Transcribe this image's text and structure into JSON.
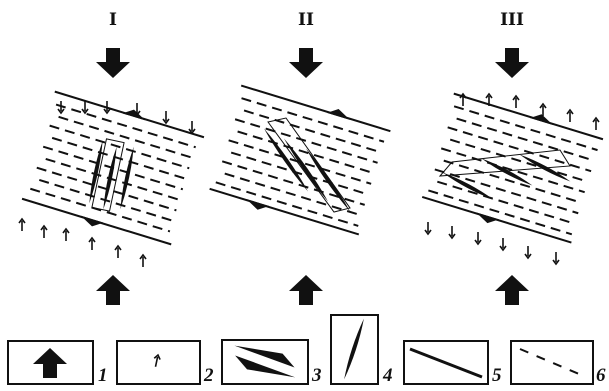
{
  "panels": [
    {
      "label": "I"
    },
    {
      "label": "II"
    },
    {
      "label": "III"
    }
  ],
  "legend": [
    {
      "number": "1",
      "icon": "big-arrow-icon"
    },
    {
      "number": "2",
      "icon": "small-arrow-icon"
    },
    {
      "number": "3",
      "icon": "shear-arrows-icon"
    },
    {
      "number": "4",
      "icon": "lens-icon"
    },
    {
      "number": "5",
      "icon": "solid-line-icon"
    },
    {
      "number": "6",
      "icon": "dashed-line-icon"
    }
  ],
  "colors": {
    "ink": "#111111",
    "background": "#ffffff"
  }
}
